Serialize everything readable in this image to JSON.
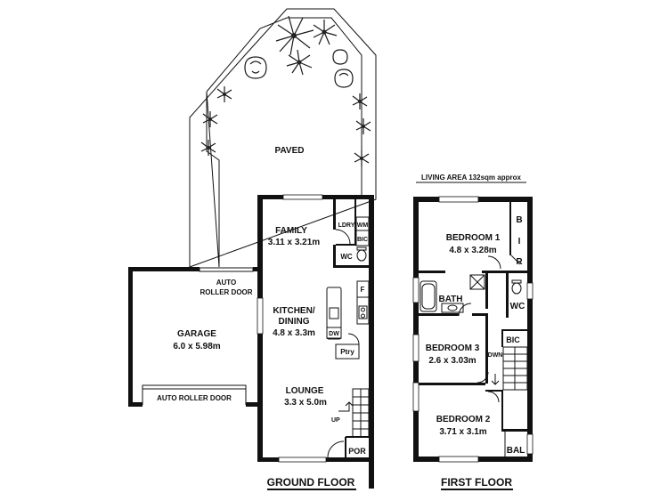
{
  "colors": {
    "wall": "#111111",
    "background": "#ffffff",
    "text": "#111111"
  },
  "header": {
    "living_area": "LIVING AREA 132sqm approx"
  },
  "outdoor": {
    "paved": "PAVED"
  },
  "ground_floor": {
    "title": "GROUND FLOOR",
    "garage": {
      "name": "GARAGE",
      "size": "6.0 x 5.98m"
    },
    "auto_roller_door_top_1": "AUTO",
    "auto_roller_door_top_2": "ROLLER DOOR",
    "auto_roller_door_bottom": "AUTO ROLLER DOOR",
    "family": {
      "name": "FAMILY",
      "size": "3.11 x 3.21m"
    },
    "kitchen": {
      "name_1": "KITCHEN/",
      "name_2": "DINING",
      "size": "4.8 x 3.3m"
    },
    "lounge": {
      "name": "LOUNGE",
      "size": "3.3 x 5.0m"
    },
    "ldry": "LDRY",
    "wm": "WM",
    "bic": "BIC",
    "wc": "WC",
    "fridge": "F",
    "dw": "DW",
    "pantry": "Ptry",
    "up": "UP",
    "porch": "POR"
  },
  "first_floor": {
    "title": "FIRST FLOOR",
    "bedroom1": {
      "name": "BEDROOM 1",
      "size": "4.8 x 3.28m"
    },
    "bir_b": "B",
    "bir_i": "I",
    "bir_r": "R",
    "bath": "BATH",
    "wc": "WC",
    "bedroom3": {
      "name": "BEDROOM 3",
      "size": "2.6 x 3.03m"
    },
    "bic": "BIC",
    "dwn": "DWN",
    "bedroom2": {
      "name": "BEDROOM 2",
      "size": "3.71 x 3.1m"
    },
    "balcony": "BAL"
  }
}
